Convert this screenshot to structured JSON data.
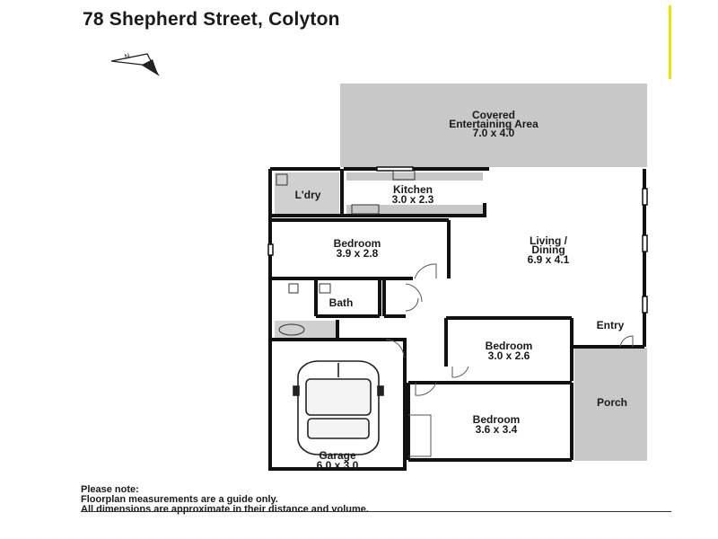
{
  "header": {
    "title": "78 Shepherd Street, Colyton"
  },
  "compass": {
    "label": "N"
  },
  "rooms": {
    "covered": {
      "name_line1": "Covered",
      "name_line2": "Entertaining Area",
      "dims": "7.0 x 4.0"
    },
    "kitchen": {
      "name": "Kitchen",
      "dims": "3.0 x 2.3"
    },
    "laundry": {
      "name": "L'dry"
    },
    "bedroom1": {
      "name": "Bedroom",
      "dims": "3.9 x 2.8"
    },
    "living": {
      "name_line1": "Living /",
      "name_line2": "Dining",
      "dims": "6.9 x 4.1"
    },
    "bath": {
      "name": "Bath"
    },
    "entry": {
      "name": "Entry"
    },
    "bedroom2": {
      "name": "Bedroom",
      "dims": "3.0 x 2.6"
    },
    "porch": {
      "name": "Porch"
    },
    "bedroom3": {
      "name": "Bedroom",
      "dims": "3.6 x 3.4"
    },
    "garage": {
      "name": "Garage",
      "dims": "6.0 x 3.0"
    }
  },
  "note": {
    "line1": "Please note:",
    "line2": "Floorplan measurements are a guide only.",
    "line3": "All dimensions are approximate in their distance and volume."
  },
  "colors": {
    "outdoor_fill": "#c8c8c8",
    "wall": "#111111",
    "accent_bar": "#f0e000"
  }
}
